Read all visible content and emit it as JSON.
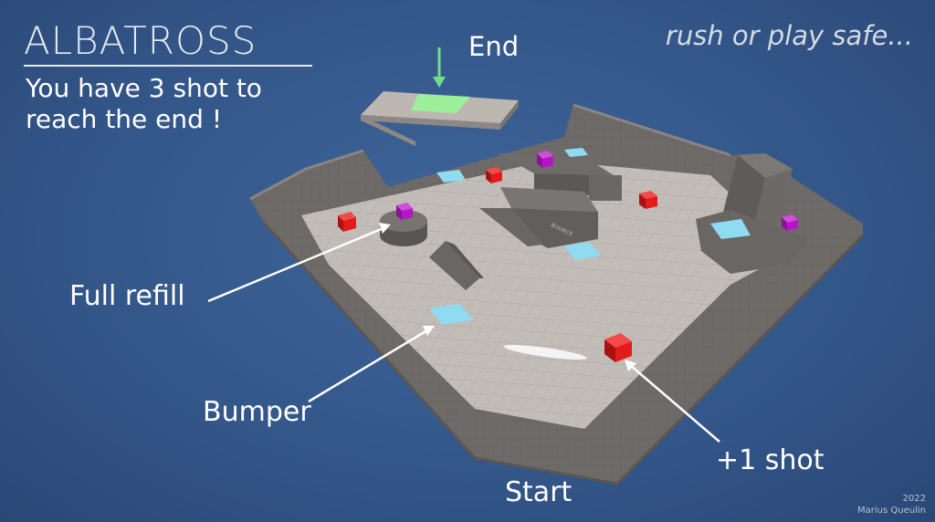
{
  "title": "ALBATROSS",
  "subtitle": "You have 3 shot to reach the end !",
  "tagline": "rush or play safe...",
  "labels": {
    "end": "End",
    "full_refill": "Full refill",
    "bumper": "Bumper",
    "plus_one_shot": "+1 shot",
    "start": "Start"
  },
  "ramp_sign": "BOUNCE",
  "credit": {
    "year": "2022",
    "author": "Marius Queulin"
  },
  "colors": {
    "background": "#34578a",
    "floor": "#c2bcb8",
    "wall": "#6f6b68",
    "end_pad": "#9cf09a",
    "bumper": "#8fdcf2",
    "refill_cube": "#b418c4",
    "shot_cube": "#e21c1c",
    "end_arrow": "#6fe08a"
  }
}
